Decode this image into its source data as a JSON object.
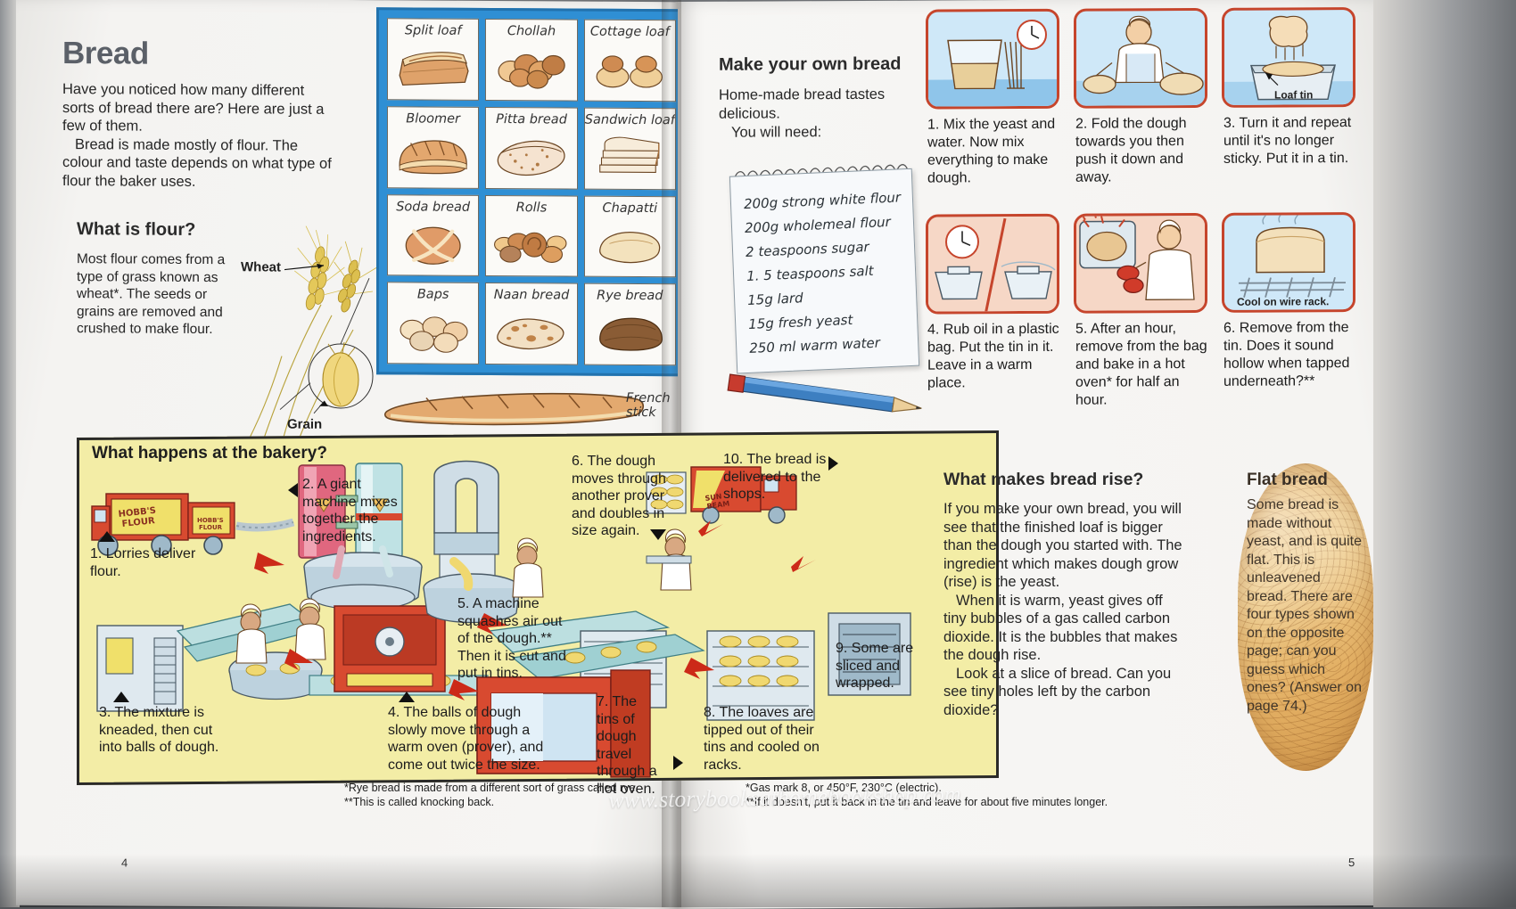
{
  "left_page": {
    "folio": "4",
    "title": "Bread",
    "intro_p1": "Have you noticed how many different sorts of bread there are? Here are just a few of them.",
    "intro_p2": "Bread is made mostly of flour. The colour and taste depends on what type of flour the baker uses.",
    "flour_heading": "What is flour?",
    "flour_body": "Most flour comes from a type of grass known as wheat*. The seeds or grains are removed and crushed to make flour.",
    "labels": {
      "wheat": "Wheat",
      "grain": "Grain",
      "french_stick": "French stick"
    },
    "bread_types": [
      "Split loaf",
      "Chollah",
      "Cottage loaf",
      "Bloomer",
      "Pitta bread",
      "Sandwich loaf",
      "Soda bread",
      "Rolls",
      "Chapatti",
      "Baps",
      "Naan bread",
      "Rye bread"
    ],
    "footnote_1": "*Rye bread is made from a different sort of grass called rye.",
    "footnote_2": "**This is called knocking back."
  },
  "bakery": {
    "title": "What happens at the bakery?",
    "truck_label": "HOBB'S FLOUR",
    "steps": [
      {
        "n": "1",
        "text": "1. Lorries deliver flour."
      },
      {
        "n": "2",
        "text": "2. A giant machine mixes together the ingredients."
      },
      {
        "n": "3",
        "text": "3. The mixture is kneaded, then cut into balls of dough."
      },
      {
        "n": "4",
        "text": "4. The balls of dough slowly move through a warm oven (prover), and come out twice the size."
      },
      {
        "n": "5",
        "text": "5. A machine squashes air out of the dough.** Then it is cut and put in tins."
      },
      {
        "n": "6",
        "text": "6. The dough moves through another prover and doubles in size again."
      },
      {
        "n": "7",
        "text": "7. The tins of dough travel through a hot oven."
      },
      {
        "n": "8",
        "text": "8. The loaves are tipped out of their tins and cooled on racks."
      },
      {
        "n": "9",
        "text": "9. Some are sliced and wrapped."
      },
      {
        "n": "10",
        "text": "10. The bread is delivered to the shops."
      }
    ],
    "delivery_van_label": "SUN BEAM"
  },
  "right_page": {
    "folio": "5",
    "heading": "Make your own bread",
    "intro": "Home-made bread tastes delicious.",
    "you_will_need": "You will need:",
    "ingredients": [
      "200g  strong white flour",
      "200g  wholemeal flour",
      "2 teaspoons  sugar",
      "1. 5 teaspoons  salt",
      "15g   lard",
      "15g   fresh yeast",
      "250 ml  warm water"
    ],
    "steps": [
      {
        "n": "1",
        "text": "1. Mix the yeast and water. Now mix everything to make dough."
      },
      {
        "n": "2",
        "text": "2. Fold the dough towards you then push it down and away."
      },
      {
        "n": "3",
        "text": "3. Turn it and repeat until it's no longer sticky. Put it in a tin."
      },
      {
        "n": "4",
        "text": "4. Rub oil in a plastic bag. Put the tin in it. Leave in a warm place."
      },
      {
        "n": "5",
        "text": "5. After an hour, remove from the bag and bake in a hot oven* for half an hour."
      },
      {
        "n": "6",
        "text": "6. Remove from the tin. Does it sound hollow when tapped underneath?**"
      }
    ],
    "pic_labels": {
      "loaf_tin": "Loaf tin",
      "cool_on_wire_rack": "Cool on wire rack."
    },
    "rise_heading": "What makes bread rise?",
    "rise_p1": "If you make your own bread, you will see that the finished loaf is bigger than the dough you started with. The ingredient which makes dough grow (rise) is the yeast.",
    "rise_p2": "When it is warm, yeast gives off tiny bubbles of a gas called carbon dioxide. It is the bubbles that makes the dough rise.",
    "rise_p3": "Look at a slice of bread. Can you see tiny holes left by the carbon dioxide?",
    "flat_heading": "Flat bread",
    "flat_body": "Some bread is made without yeast, and is quite flat. This is unleavened bread. There are four types shown on the opposite page; can you guess which ones? (Answer on page 74.)",
    "footnote_1": "*Gas mark 8, or 450°F, 230°C (electric).",
    "footnote_2": "**If it doesn't, put it back in the tin and leave for about five minutes longer."
  },
  "watermark": "www.storybooksathomebookshop.com",
  "colors": {
    "grid_blue": "#2f8fd4",
    "bakery_yellow": "#f3eda6",
    "panel_red": "#c6452c",
    "heading_grey": "#5b6068"
  }
}
